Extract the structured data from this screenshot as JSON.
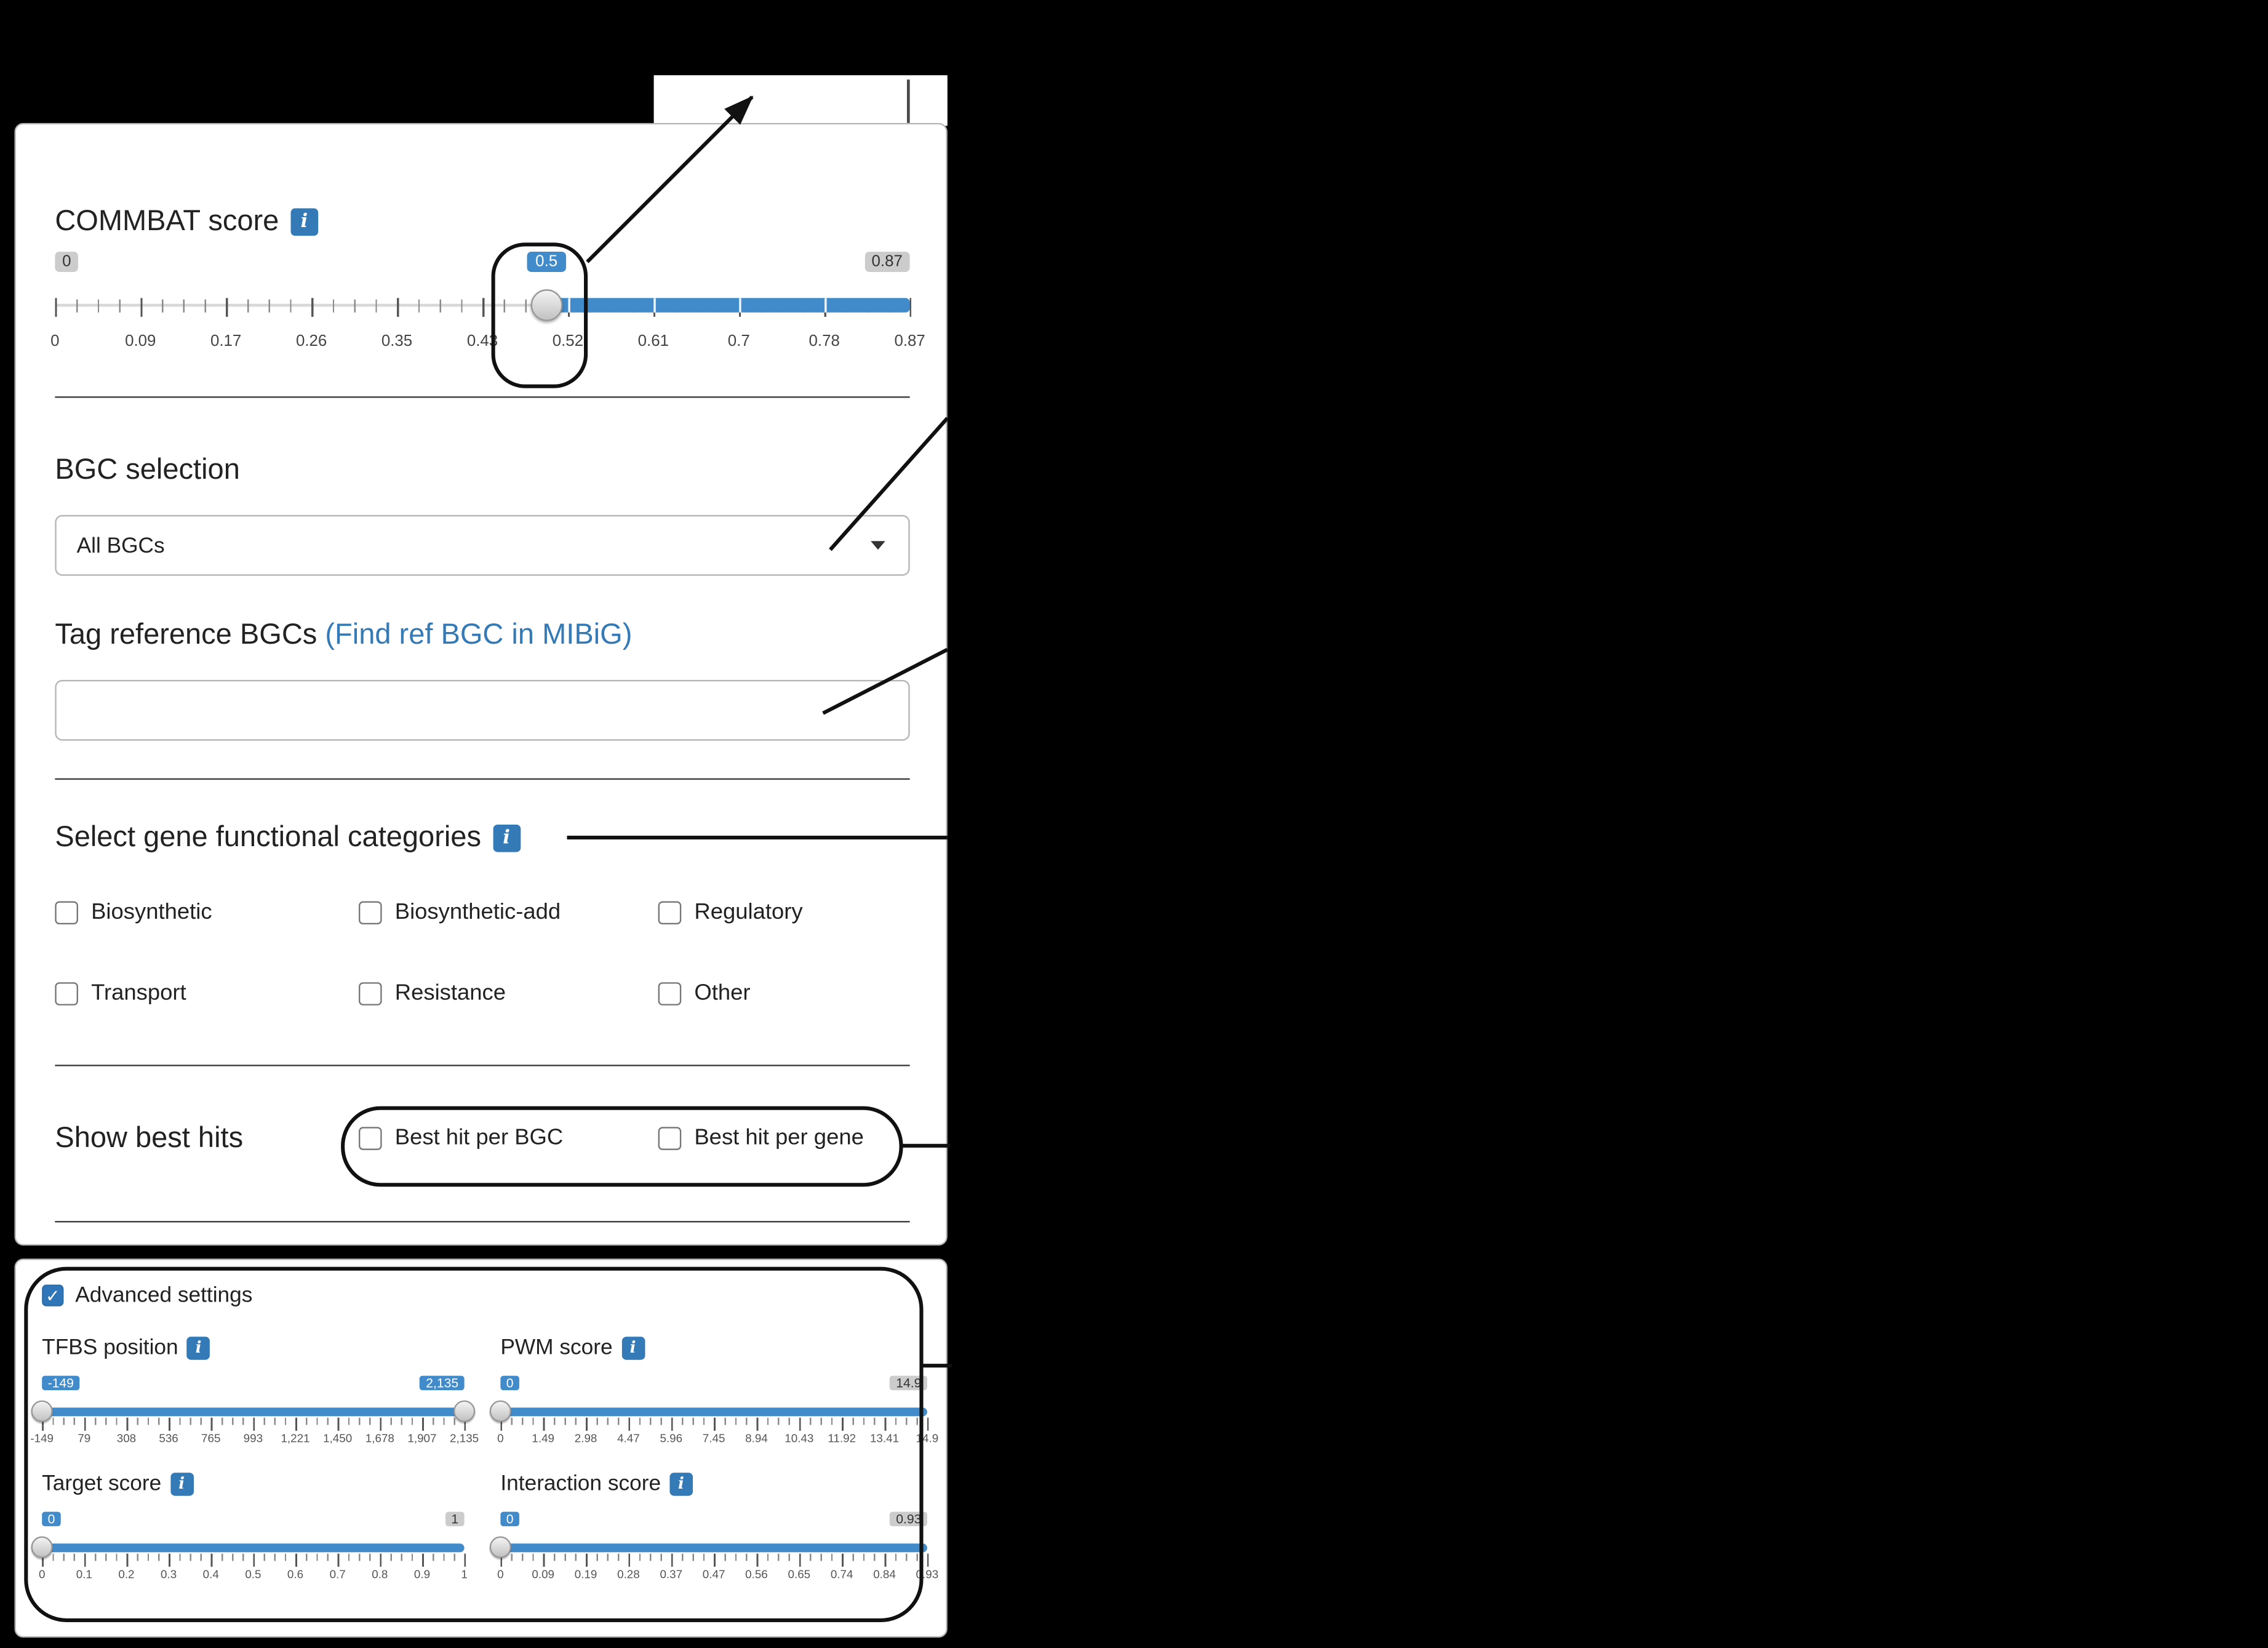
{
  "icons": {
    "info_glyph": "i",
    "check_glyph": "✓"
  },
  "filters_panel": {
    "commbat_slider": {
      "title": "COMMBAT score",
      "min_label": "0",
      "max_label": "0.87",
      "value_label": "0.5",
      "grid_labels": [
        "0",
        "0.09",
        "0.17",
        "0.26",
        "0.35",
        "0.43",
        "0.52",
        "0.61",
        "0.7",
        "0.78",
        "0.87"
      ]
    },
    "bgc_selection": {
      "title": "BGC selection",
      "selected_option": "All BGCs"
    },
    "tag_reference": {
      "title": "Tag reference BGCs",
      "link_label": "(Find ref BGC in MIBiG)",
      "input_value": ""
    },
    "gene_categories": {
      "title": "Select gene functional categories",
      "options": [
        {
          "label": "Biosynthetic",
          "checked": false
        },
        {
          "label": "Biosynthetic-add",
          "checked": false
        },
        {
          "label": "Regulatory",
          "checked": false
        },
        {
          "label": "Transport",
          "checked": false
        },
        {
          "label": "Resistance",
          "checked": false
        },
        {
          "label": "Other",
          "checked": false
        }
      ]
    },
    "best_hits": {
      "title": "Show best hits",
      "options": [
        {
          "label": "Best hit per BGC",
          "checked": false
        },
        {
          "label": "Best hit per gene",
          "checked": false
        }
      ]
    }
  },
  "advanced_panel": {
    "toggle": {
      "label": "Advanced settings",
      "checked": true
    },
    "tfbs_position": {
      "title": "TFBS position",
      "from_label": "-149",
      "to_label": "2,135",
      "grid_labels": [
        "-149",
        "79",
        "308",
        "536",
        "765",
        "993",
        "1,221",
        "1,450",
        "1,678",
        "1,907",
        "2,135"
      ]
    },
    "pwm_score": {
      "title": "PWM score",
      "value_label": "0",
      "max_label": "14.9",
      "grid_labels": [
        "0",
        "1.49",
        "2.98",
        "4.47",
        "5.96",
        "7.45",
        "8.94",
        "10.43",
        "11.92",
        "13.41",
        "14.9"
      ]
    },
    "target_score": {
      "title": "Target score",
      "value_label": "0",
      "max_label": "1",
      "grid_labels": [
        "0",
        "0.1",
        "0.2",
        "0.3",
        "0.4",
        "0.5",
        "0.6",
        "0.7",
        "0.8",
        "0.9",
        "1"
      ]
    },
    "interaction_score": {
      "title": "Interaction score",
      "value_label": "0",
      "max_label": "0.93",
      "grid_labels": [
        "0",
        "0.09",
        "0.19",
        "0.28",
        "0.37",
        "0.47",
        "0.56",
        "0.65",
        "0.74",
        "0.84",
        "0.93"
      ]
    }
  },
  "colors": {
    "accent_blue": "#337ab7",
    "slider_blue": "#428bca",
    "annotation": "#111111"
  }
}
